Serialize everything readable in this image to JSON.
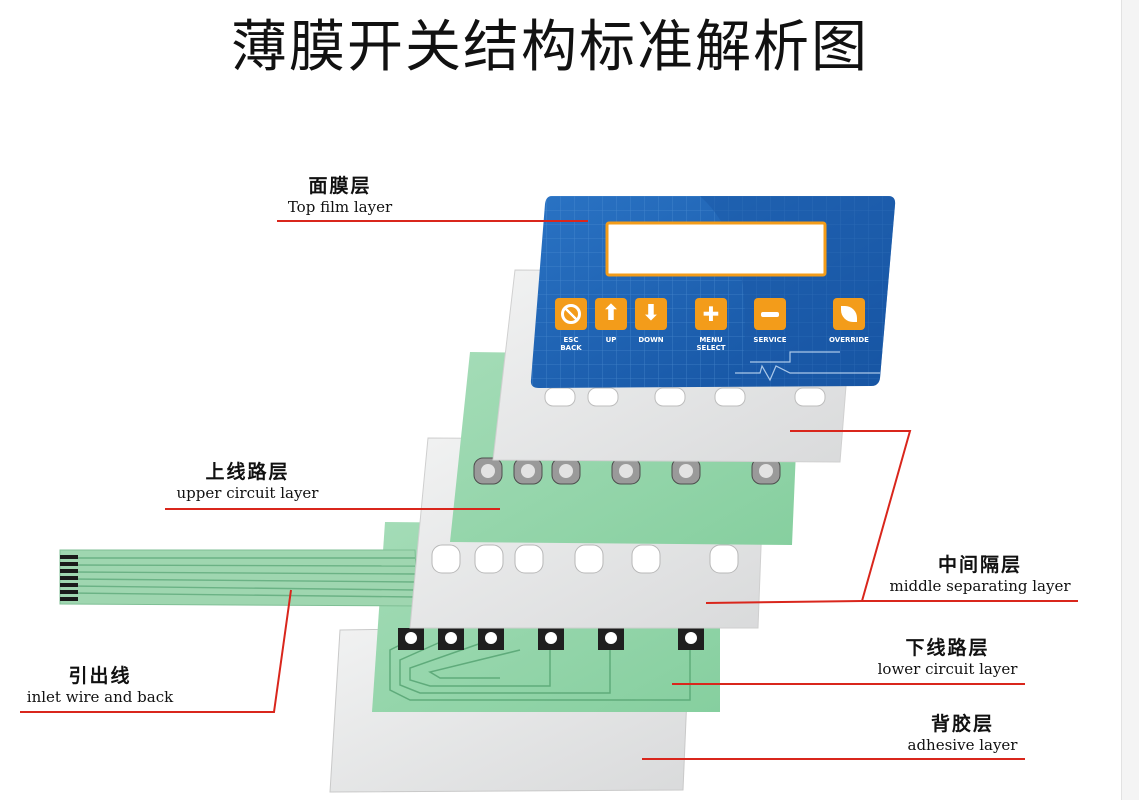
{
  "title": "薄膜开关结构标准解析图",
  "layers": {
    "top_film": {
      "cn": "面膜层",
      "en": "Top film layer"
    },
    "upper_circuit": {
      "cn": "上线路层",
      "en": "upper circuit layer"
    },
    "middle_separating": {
      "cn": "中间隔层",
      "en": "middle separating layer"
    },
    "lower_circuit": {
      "cn": "下线路层",
      "en": "lower circuit layer"
    },
    "adhesive": {
      "cn": "背胶层",
      "en": "adhesive layer"
    },
    "inlet_wire": {
      "cn": "引出线",
      "en": "inlet wire and back"
    }
  },
  "buttons": [
    {
      "label": "ESC",
      "label2": "BACK",
      "icon": "cancel-icon"
    },
    {
      "label": "UP",
      "label2": "",
      "icon": "arrow-up-icon"
    },
    {
      "label": "DOWN",
      "label2": "",
      "icon": "arrow-down-icon"
    },
    {
      "label": "MENU",
      "label2": "SELECT",
      "icon": "puzzle-icon"
    },
    {
      "label": "SERVICE",
      "label2": "",
      "icon": "wrench-icon"
    },
    {
      "label": "OVERRIDE",
      "label2": "",
      "icon": "leaf-icon"
    }
  ],
  "colors": {
    "leader_line": "#d9261c",
    "top_film_blue": "#1c5fb0",
    "button_orange": "#f39c1a",
    "circuit_green": "#8fd4a8",
    "spacer_gray": "#e6e7e8"
  }
}
